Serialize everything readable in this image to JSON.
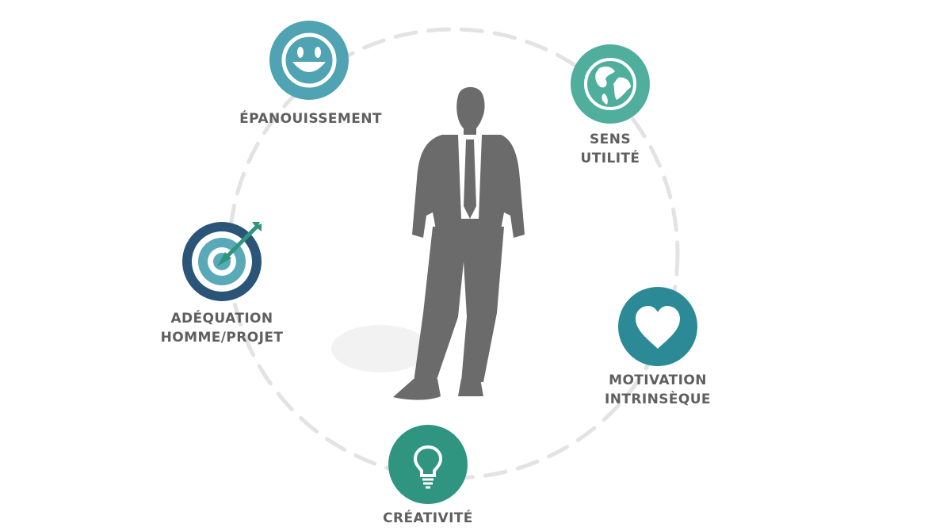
{
  "nodes": {
    "epanouissement": {
      "lines": [
        "ÉPANOUISSEMENT"
      ],
      "color": "#4fa3b3",
      "icon": "smiley-icon"
    },
    "sens": {
      "lines": [
        "SENS",
        "UTILITÉ"
      ],
      "color": "#4fae9c",
      "icon": "globe-icon"
    },
    "adequation": {
      "lines": [
        "ADÉQUATION",
        "HOMME/PROJET"
      ],
      "color": "#2a5478",
      "icon": "target-arrow-icon"
    },
    "motivation": {
      "lines": [
        "MOTIVATION",
        "INTRINSÈQUE"
      ],
      "color": "#2b8a96",
      "icon": "heart-icon"
    },
    "creativite": {
      "lines": [
        "CRÉATIVITÉ"
      ],
      "color": "#2f9580",
      "icon": "lightbulb-icon"
    }
  },
  "center_figure": {
    "icon": "businessman-silhouette-icon",
    "color": "#6b6b6b"
  },
  "ring": {
    "color": "#e3e3e3"
  }
}
